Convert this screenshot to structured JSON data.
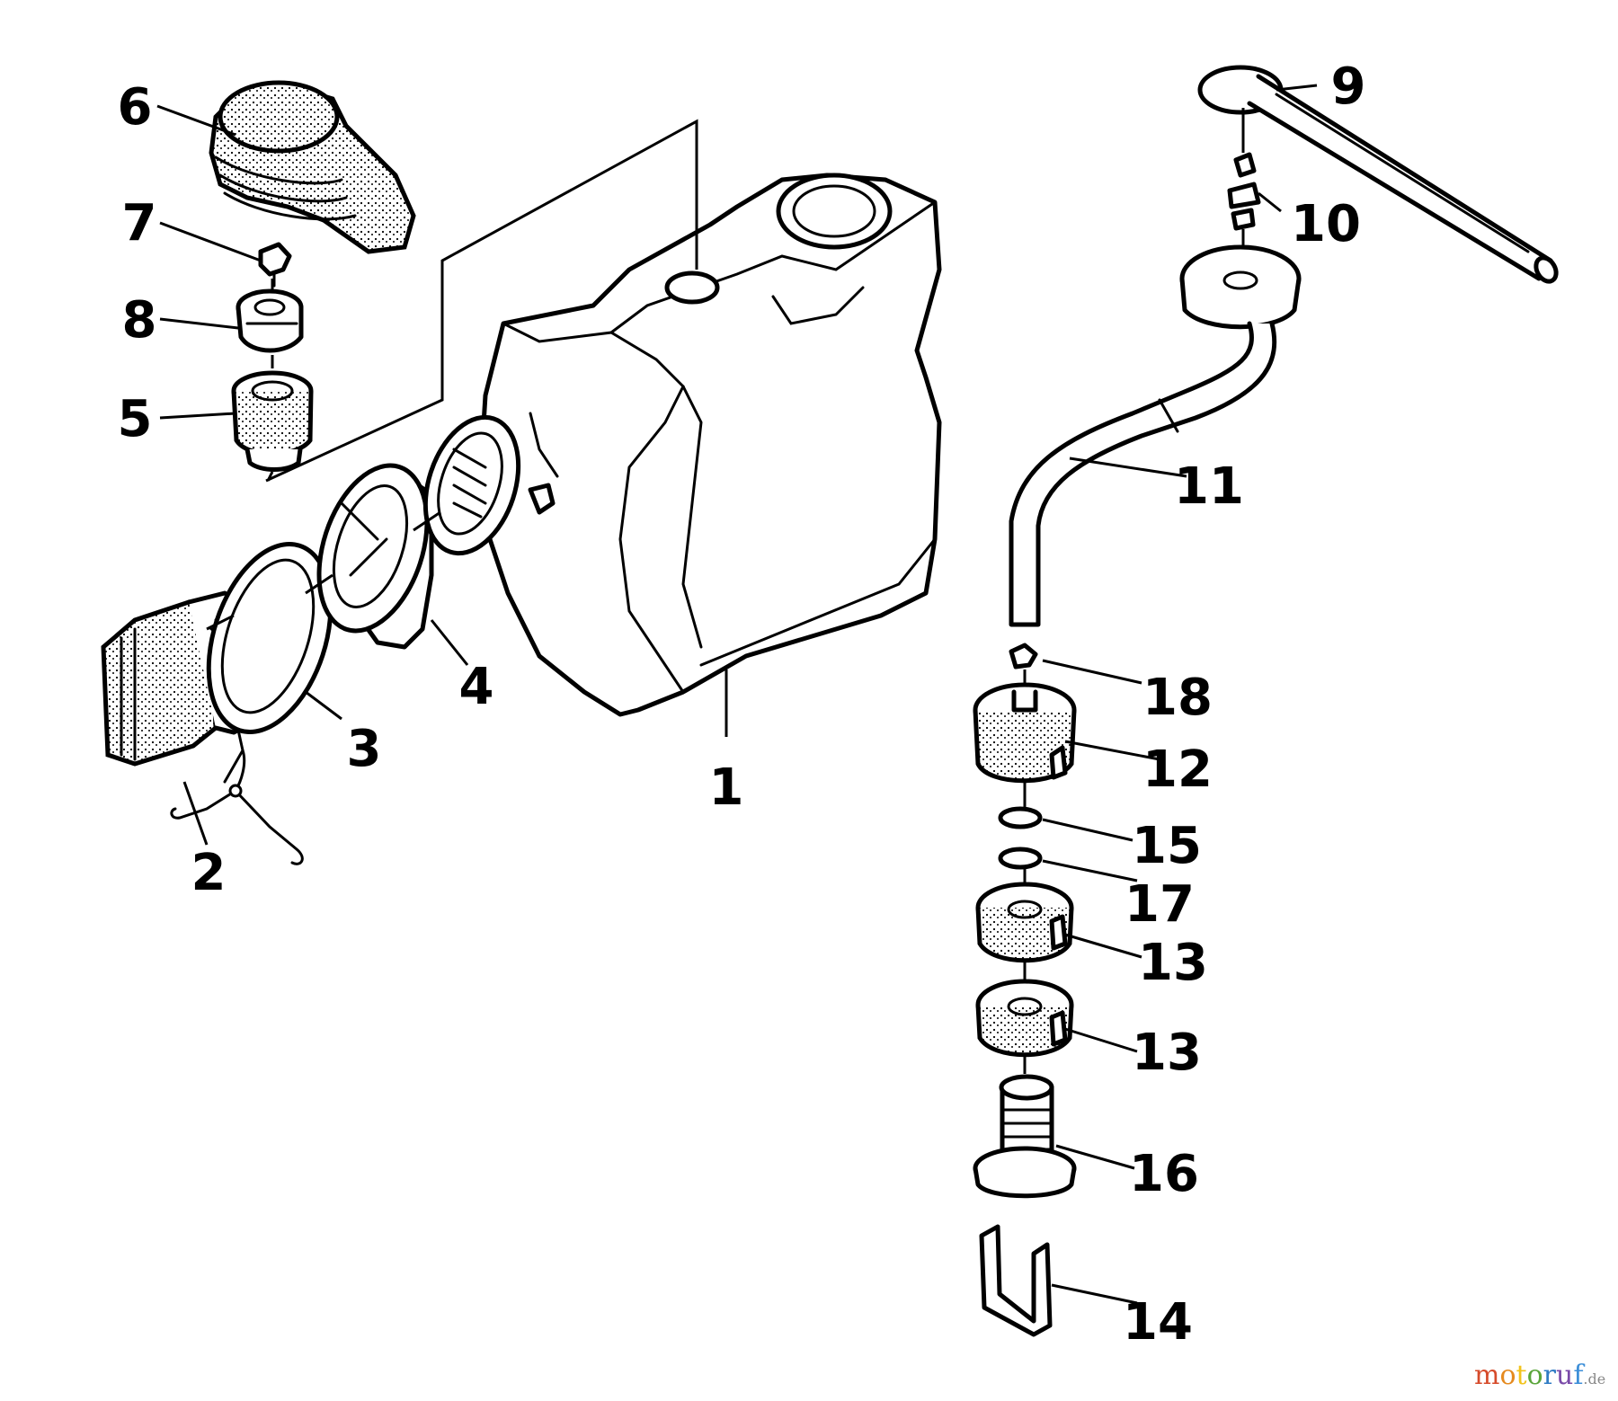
{
  "parts": [
    {
      "number": "1"
    },
    {
      "number": "2"
    },
    {
      "number": "3"
    },
    {
      "number": "4"
    },
    {
      "number": "5"
    },
    {
      "number": "6"
    },
    {
      "number": "7"
    },
    {
      "number": "8"
    },
    {
      "number": "9"
    },
    {
      "number": "10"
    },
    {
      "number": "11"
    },
    {
      "number": "12"
    },
    {
      "number": "13"
    },
    {
      "number": "14"
    },
    {
      "number": "15"
    },
    {
      "number": "16"
    },
    {
      "number": "17"
    },
    {
      "number": "18"
    }
  ],
  "extra_labels": {
    "second_13": "13"
  },
  "watermark": {
    "text_main": "motoruf",
    "text_suffix": ".de",
    "colors": [
      "#d64b2b",
      "#e58a1f",
      "#f2c31b",
      "#5aa53a",
      "#2f7cc4",
      "#7a4aa8",
      "#3b8ed8"
    ]
  }
}
